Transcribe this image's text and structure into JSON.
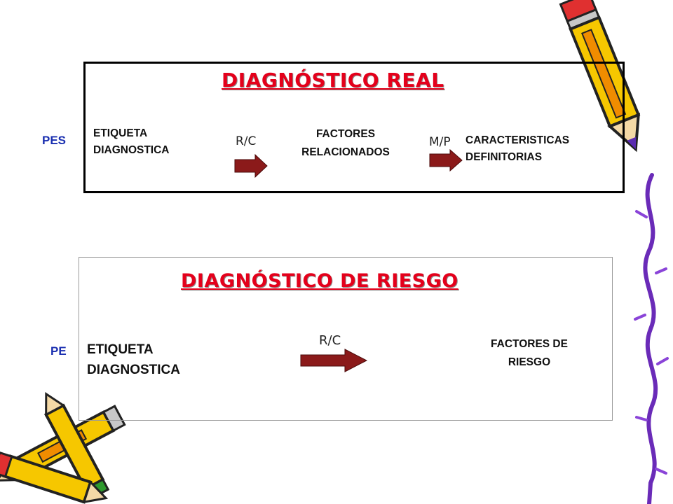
{
  "diagnostico_real": {
    "title": "DIAGNÓSTICO REAL",
    "side_label": "PES",
    "label_1_line1": "ETIQUETA",
    "label_1_line2": "DIAGNOSTICA",
    "connector_1": "R/C",
    "label_2_line1": "FACTORES",
    "label_2_line2": "RELACIONADOS",
    "connector_2": "M/P",
    "label_3_line1": "CARACTERISTICAS",
    "label_3_line2": "DEFINITORIAS"
  },
  "diagnostico_riesgo": {
    "title": "DIAGNÓSTICO DE RIESGO",
    "side_label": "PE",
    "label_1_line1": "ETIQUETA",
    "label_1_line2": "DIAGNOSTICA",
    "connector_1": "R/C",
    "label_2_line1": "FACTORES DE",
    "label_2_line2": "RIESGO"
  },
  "colors": {
    "title_red": "#e4001b",
    "side_label_blue": "#1a2fb0",
    "arrow_fill": "#8b1a1a",
    "pencil_yellow": "#f6c700",
    "pencil_orange": "#f08c00",
    "vine_purple": "#7a32c8"
  },
  "decorations": [
    "pencil-icon",
    "vine-border-icon",
    "pencil-cluster-icon"
  ]
}
